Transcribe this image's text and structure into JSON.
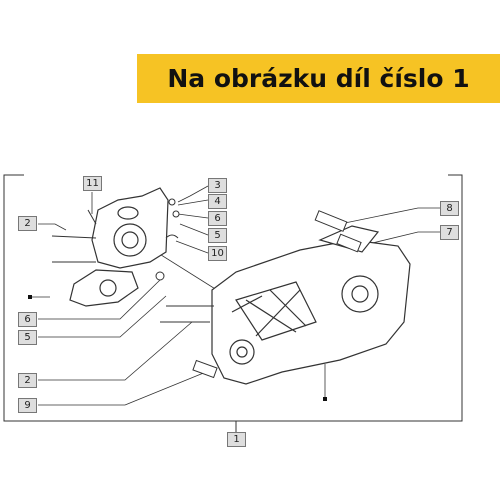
{
  "banner": {
    "title": "Na obrázku díl číslo 1"
  },
  "callouts": {
    "c11": "11",
    "c3": "3",
    "c4": "4",
    "c6a": "6",
    "c5a": "5",
    "c10": "10",
    "c8": "8",
    "c7": "7",
    "c2a": "2",
    "c6b": "6",
    "c5b": "5",
    "c2b": "2",
    "c9": "9",
    "c1": "1"
  },
  "colors": {
    "banner": "#f6c324",
    "line": "#333333",
    "label_fill": "#dedede"
  }
}
